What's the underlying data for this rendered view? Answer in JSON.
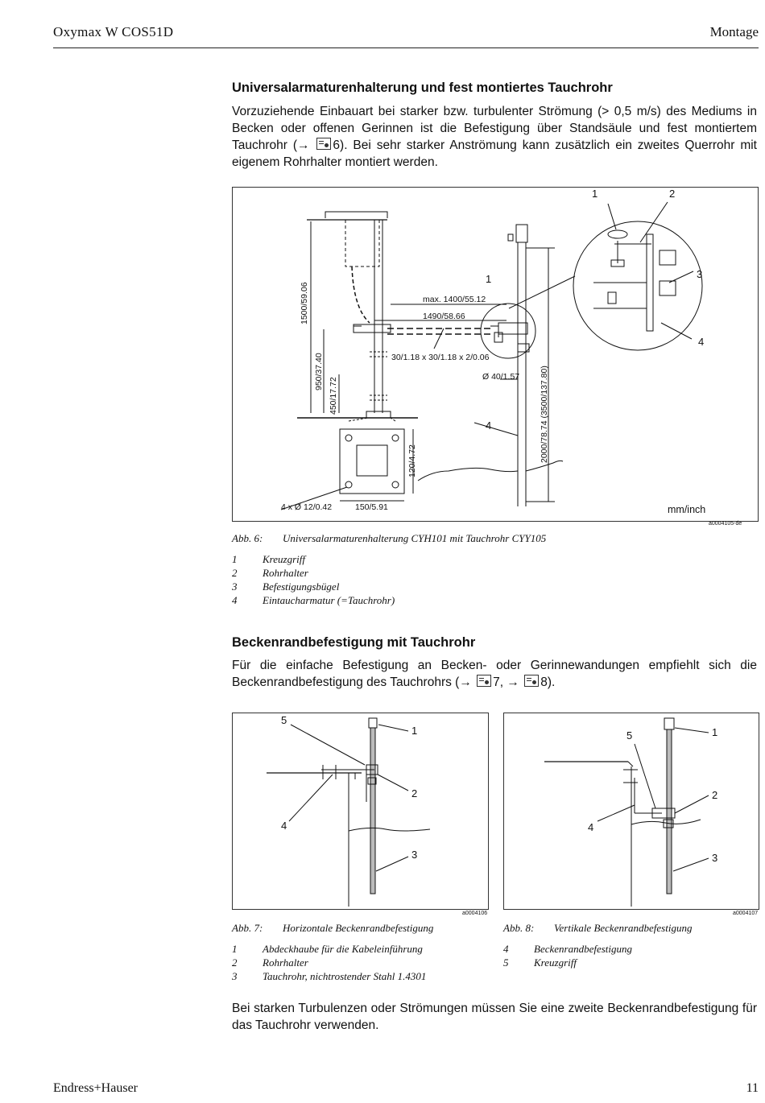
{
  "header": {
    "left": "Oxymax W COS51D",
    "right": "Montage"
  },
  "section1": {
    "heading": "Universalarmaturenhalterung und fest montiertes Tauchrohr",
    "para_a": "Vorzuziehende Einbauart bei starker bzw. turbulenter Strömung (> 0,5 m/s) des Mediums in Becken oder offenen Gerinnen ist die Befestigung über Standsäule und fest montiertem Tauchrohr (→",
    "para_ref": "6",
    "para_b": "). Bei sehr starker Anströmung kann zusätzlich ein zweites Querrohr mit eigenem Rohrhalter montiert werden."
  },
  "fig6": {
    "code": "a0004105-de",
    "labels": {
      "dim_1500": "1500/59.06",
      "dim_950": "950/37.40",
      "dim_450": "450/17.72",
      "dim_max": "max. 1400/55.12",
      "dim_1490": "1490/58.66",
      "dim_30": "30/1.18 x 30/1.18 x 2/0.06",
      "dim_d40": "Ø 40/1.57",
      "dim_2000": "2000/78.74 (3500/137.80)",
      "dim_120": "120/4.72",
      "dim_holes": "4 x Ø 12/0.42",
      "dim_150": "150/5.91",
      "unit": "mm/inch",
      "n1": "1",
      "n1b": "1",
      "n2": "2",
      "n3": "3",
      "n4": "4",
      "n4b": "4"
    },
    "caption_num": "Abb. 6:",
    "caption_text": "Universalarmaturenhalterung CYH101 mit Tauchrohr CYY105",
    "legend": [
      {
        "k": "1",
        "v": "Kreuzgriff"
      },
      {
        "k": "2",
        "v": "Rohrhalter"
      },
      {
        "k": "3",
        "v": "Befestigungsbügel"
      },
      {
        "k": "4",
        "v": "Eintaucharmatur (=Tauchrohr)"
      }
    ]
  },
  "section2": {
    "heading": "Beckenrandbefestigung mit Tauchrohr",
    "para_a": "Für die einfache Befestigung an Becken- oder Gerinnewandungen empfiehlt sich die Beckenrandbefestigung des Tauchrohrs (→",
    "ref1": "7",
    "mid": ", →",
    "ref2": "8",
    "para_b": ")."
  },
  "fig7": {
    "code": "a0004106",
    "labels": {
      "n1": "1",
      "n2": "2",
      "n3": "3",
      "n4": "4",
      "n5": "5"
    },
    "caption_num": "Abb. 7:",
    "caption_text": "Horizontale Beckenrandbefestigung",
    "legend": [
      {
        "k": "1",
        "v": "Abdeckhaube für die Kabeleinführung"
      },
      {
        "k": "2",
        "v": "Rohrhalter"
      },
      {
        "k": "3",
        "v": "Tauchrohr, nichtrostender Stahl 1.4301"
      }
    ]
  },
  "fig8": {
    "code": "a0004107",
    "labels": {
      "n1": "1",
      "n2": "2",
      "n3": "3",
      "n4": "4",
      "n5": "5"
    },
    "caption_num": "Abb. 8:",
    "caption_text": "Vertikale Beckenrandbefestigung",
    "legend": [
      {
        "k": "4",
        "v": "Beckenrandbefestigung"
      },
      {
        "k": "5",
        "v": "Kreuzgriff"
      }
    ]
  },
  "closing": "Bei starken Turbulenzen oder Strömungen müssen Sie eine zweite Beckenrandbefestigung für das Tauchrohr verwenden.",
  "footer": {
    "left": "Endress+Hauser",
    "right": "11"
  }
}
